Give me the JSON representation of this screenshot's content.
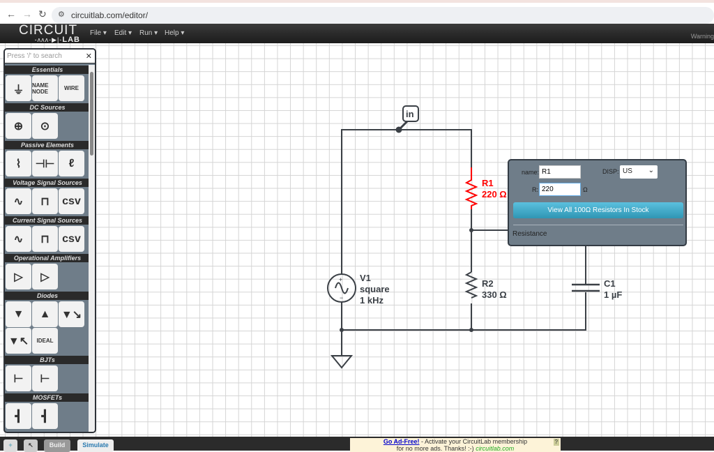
{
  "browser": {
    "url": "circuitlab.com/editor/"
  },
  "app": {
    "logo": "CIRCUIT LAB",
    "logo_top": "CIRCUIT",
    "logo_bottom": "LAB",
    "menus": [
      "File",
      "Edit",
      "Run",
      "Help"
    ],
    "warning": "Warning"
  },
  "palette": {
    "search_placeholder": "Press '/' to search",
    "categories": [
      {
        "name": "Essentials",
        "tiles": [
          "ground",
          "NAME NODE",
          "WIRE"
        ]
      },
      {
        "name": "DC Sources",
        "tiles": [
          "voltage-source",
          "current-source"
        ]
      },
      {
        "name": "Passive Elements",
        "tiles": [
          "resistor",
          "capacitor",
          "inductor"
        ]
      },
      {
        "name": "Voltage Signal Sources",
        "tiles": [
          "sine",
          "square",
          "csv"
        ]
      },
      {
        "name": "Current Signal Sources",
        "tiles": [
          "sine",
          "square",
          "csv"
        ]
      },
      {
        "name": "Operational Amplifiers",
        "tiles": [
          "opamp",
          "opamp-2"
        ]
      },
      {
        "name": "Diodes",
        "tiles": [
          "diode",
          "zener",
          "led",
          "photodiode",
          "IDEAL"
        ]
      },
      {
        "name": "BJTs",
        "tiles": [
          "npn",
          "pnp"
        ]
      },
      {
        "name": "MOSFETs",
        "tiles": [
          "nmos",
          "pmos"
        ]
      }
    ]
  },
  "circuit": {
    "node_label": "in",
    "V1": {
      "name": "V1",
      "line2": "square",
      "line3": "1 kHz"
    },
    "R1": {
      "name": "R1",
      "value": "220 Ω",
      "color": "#ff0000"
    },
    "R2": {
      "name": "R2",
      "value": "330 Ω"
    },
    "C1": {
      "name": "C1",
      "value": "1 µF"
    }
  },
  "popup": {
    "name_label": "name:",
    "name_value": "R1",
    "disp_label": "DISP:",
    "disp_value": "US",
    "r_label": "R:",
    "r_value": "220",
    "r_unit": "Ω",
    "button": "View All 100Ω Resistors In Stock",
    "description": "Resistance"
  },
  "bottom": {
    "build": "Build",
    "simulate": "Simulate",
    "ad_link": "Go Ad-Free!",
    "ad_text": " - Activate your CircuitLab membership",
    "ad_line2": "for no more ads. Thanks! :-)",
    "ad_site": "circuitlab.com",
    "ad_q": "?"
  }
}
